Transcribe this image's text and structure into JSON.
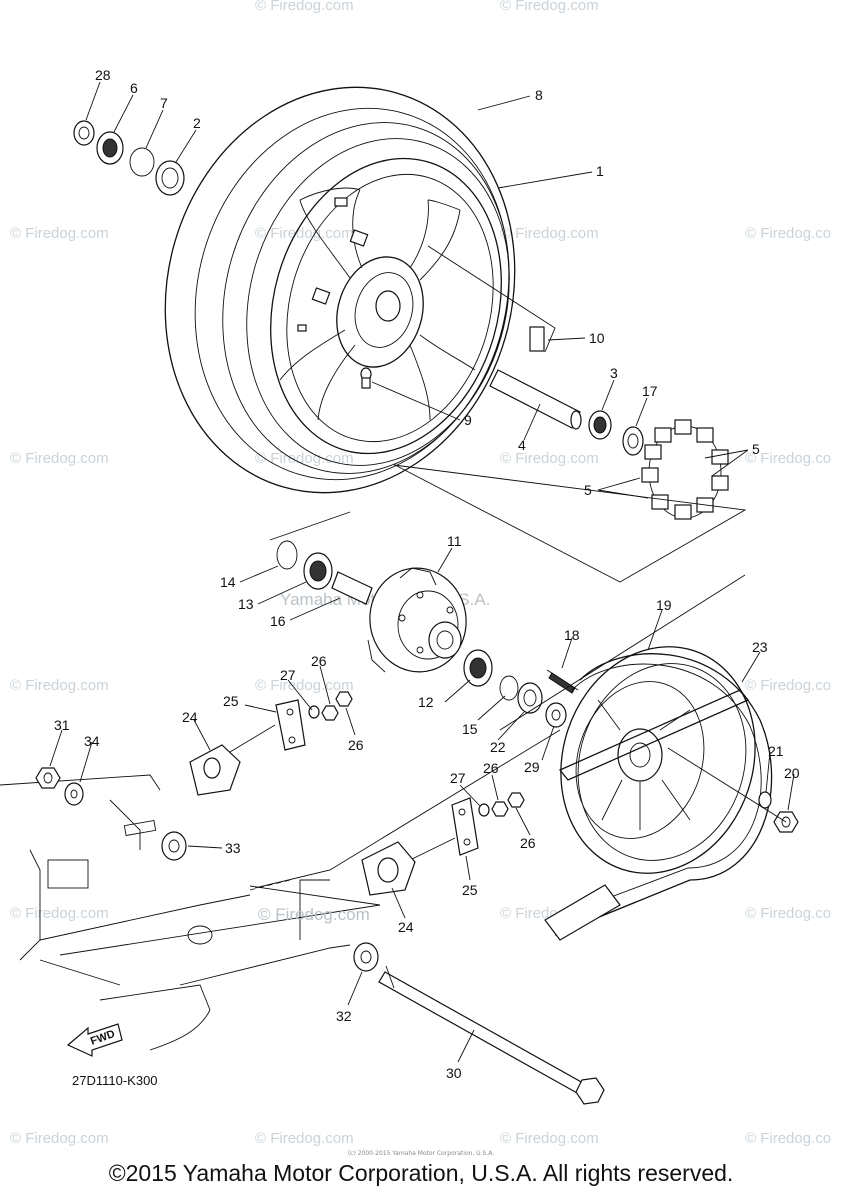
{
  "diagram": {
    "part_labels": [
      "28",
      "6",
      "7",
      "2",
      "8",
      "1",
      "10",
      "3",
      "17",
      "5",
      "5",
      "9",
      "4",
      "11",
      "14",
      "13",
      "16",
      "19",
      "18",
      "23",
      "27",
      "26",
      "25",
      "24",
      "31",
      "34",
      "26",
      "12",
      "15",
      "22",
      "29",
      "21",
      "20",
      "27",
      "26",
      "26",
      "33",
      "25",
      "24",
      "32",
      "30"
    ],
    "drawing_code": "27D1110-K300",
    "direction_label": "FWD",
    "copyright": "©2015 Yamaha Motor Corporation, U.S.A. All rights reserved.",
    "small_note": "(c) 2000-2015 Yamaha Motor Corporation, U.S.A.",
    "center_watermark": "Yamaha Motor Corp, U.S.A.",
    "watermark_text": "© Firedog.com",
    "watermark_text_cropped": "© Firedog.co",
    "inline_watermark": "© Firedog.com"
  }
}
